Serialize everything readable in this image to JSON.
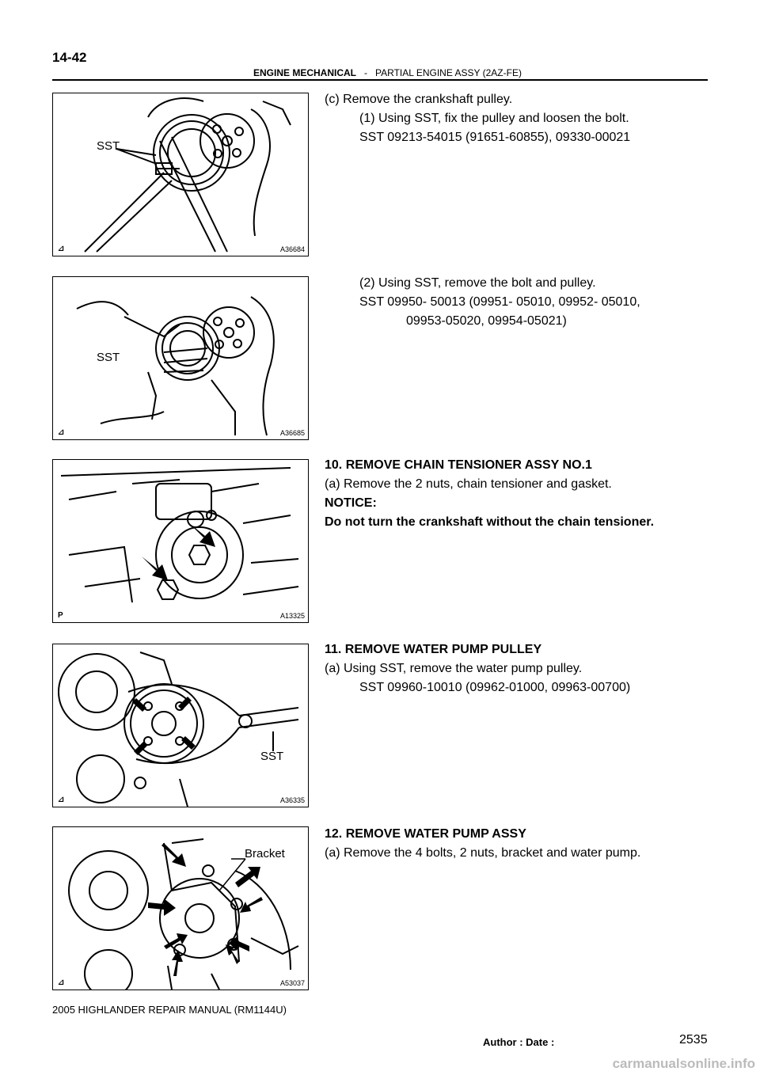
{
  "header": {
    "page_number": "14-42",
    "section": "ENGINE MECHANICAL",
    "separator": "-",
    "subsection": "PARTIAL ENGINE ASSY (2AZ-FE)"
  },
  "figures": [
    {
      "code": "A36684",
      "mark": "⊿",
      "callout": "SST"
    },
    {
      "code": "A36685",
      "mark": "⊿",
      "callout": "SST"
    },
    {
      "code": "A13325",
      "mark": "P",
      "callout": ""
    },
    {
      "code": "A36335",
      "mark": "⊿",
      "callout": "SST"
    },
    {
      "code": "A53037",
      "mark": "⊿",
      "callout": "Bracket"
    }
  ],
  "steps": {
    "c_remove_pulley": "(c)     Remove the crankshaft pulley.",
    "c1": "(1)     Using SST, fix the pulley and loosen the bolt.",
    "c1_sst": "SST     09213-54015   (91651-60855),   09330-00021",
    "c2": "(2)     Using SST, remove the bolt and pulley.",
    "c2_sst_1": "SST     09950- 50013   (09951- 05010,   09952- 05010,",
    "c2_sst_2": "09953-05020,    09954-05021)",
    "s10_title": "10.    REMOVE CHAIN TENSIONER ASSY NO.1",
    "s10_a": "(a)     Remove the 2 nuts, chain tensioner and gasket.",
    "s10_notice": "NOTICE:",
    "s10_notice_text": "Do not turn the crankshaft without the chain tensioner.",
    "s11_title": "11.    REMOVE WATER PUMP PULLEY",
    "s11_a": "(a)     Using SST, remove the water pump pulley.",
    "s11_sst": "SST     09960-10010   (09962-01000,   09963-00700)",
    "s12_title": "12.    REMOVE WATER PUMP ASSY",
    "s12_a": "(a)     Remove the 4 bolts, 2 nuts, bracket and water pump."
  },
  "footer": {
    "manual": "2005 HIGHLANDER REPAIR MANUAL   (RM1144U)",
    "author_date": "Author :                     Date :",
    "page": "2535"
  },
  "watermark": "carmanualsonline.info"
}
